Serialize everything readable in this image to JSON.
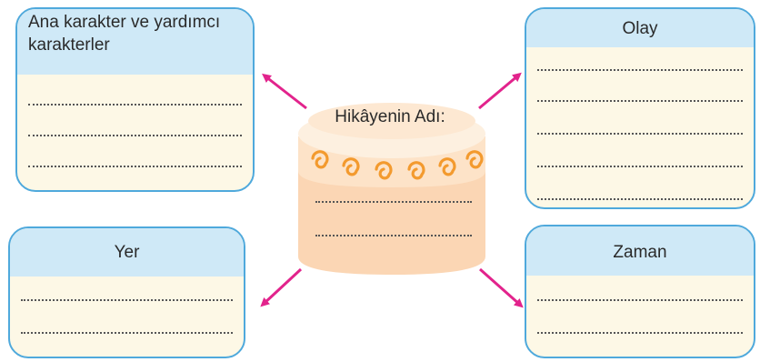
{
  "cards": {
    "characters": {
      "title": "Ana karakter ve yardımcı karakterler"
    },
    "event": {
      "title": "Olay"
    },
    "place": {
      "title": "Yer"
    },
    "time": {
      "title": "Zaman"
    }
  },
  "center": {
    "title": "Hikâyenin Adı:"
  },
  "colors": {
    "card_border": "#4fa9dc",
    "card_header": "#cfe9f7",
    "card_body": "#fdf8e6",
    "arrow": "#e2238c",
    "cake_body": "#fbd6b4",
    "cake_swirl": "#f39a2e"
  }
}
